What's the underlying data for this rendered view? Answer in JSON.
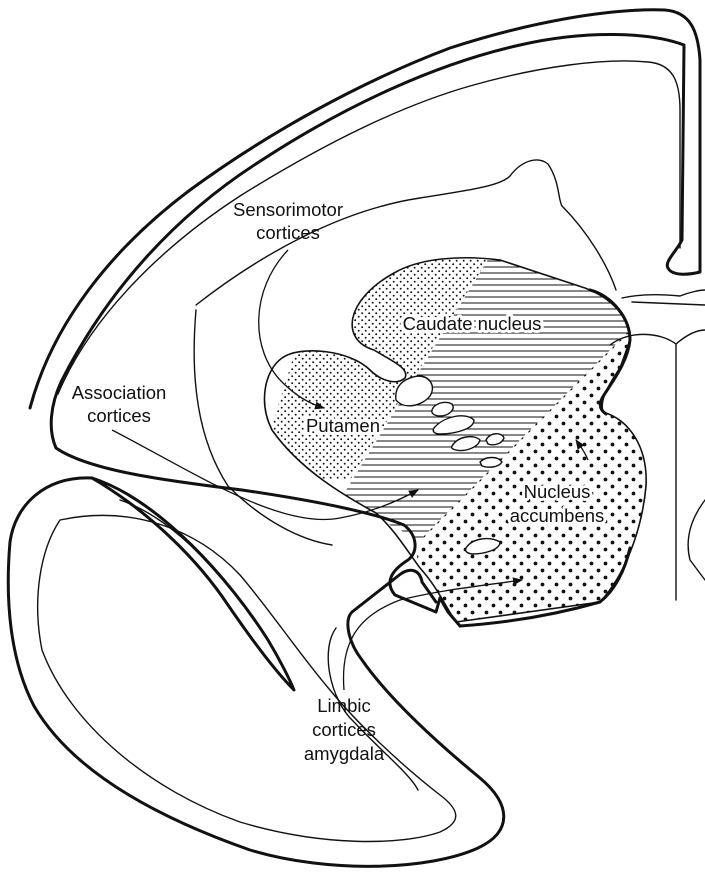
{
  "labels": {
    "sensorimotor_line1": "Sensorimotor",
    "sensorimotor_line2": "cortices",
    "association_line1": "Association",
    "association_line2": "cortices",
    "caudate": "Caudate nucleus",
    "putamen": "Putamen",
    "accumbens_line1": "Nucleus",
    "accumbens_line2": "accumbens",
    "limbic_line1": "Limbic",
    "limbic_line2": "cortices",
    "limbic_line3": "amygdala"
  },
  "colors": {
    "ink": "#111111",
    "background": "#ffffff"
  },
  "patterns": {
    "sensorimotor_territory": "fine-dot-stipple",
    "association_territory": "horizontal-hatching",
    "limbic_territory": "coarse-dots"
  }
}
